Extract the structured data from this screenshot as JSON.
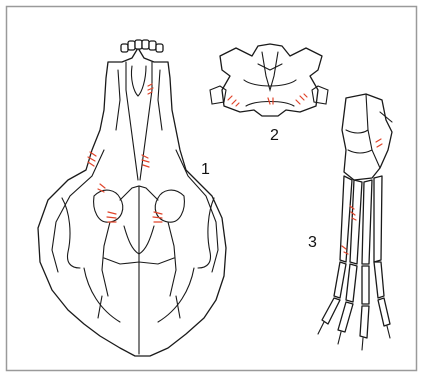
{
  "figure": {
    "labels": [
      {
        "id": "label-1",
        "text": "1"
      },
      {
        "id": "label-2",
        "text": "2"
      },
      {
        "id": "label-3",
        "text": "3"
      }
    ]
  },
  "colors": {
    "background": "#ffffff",
    "border": "#9a9a9a",
    "outline": "#1a1a1a",
    "marks": "#e0442a"
  },
  "parts": [
    "skull-ventral-view",
    "vertebra",
    "hind-foot"
  ]
}
